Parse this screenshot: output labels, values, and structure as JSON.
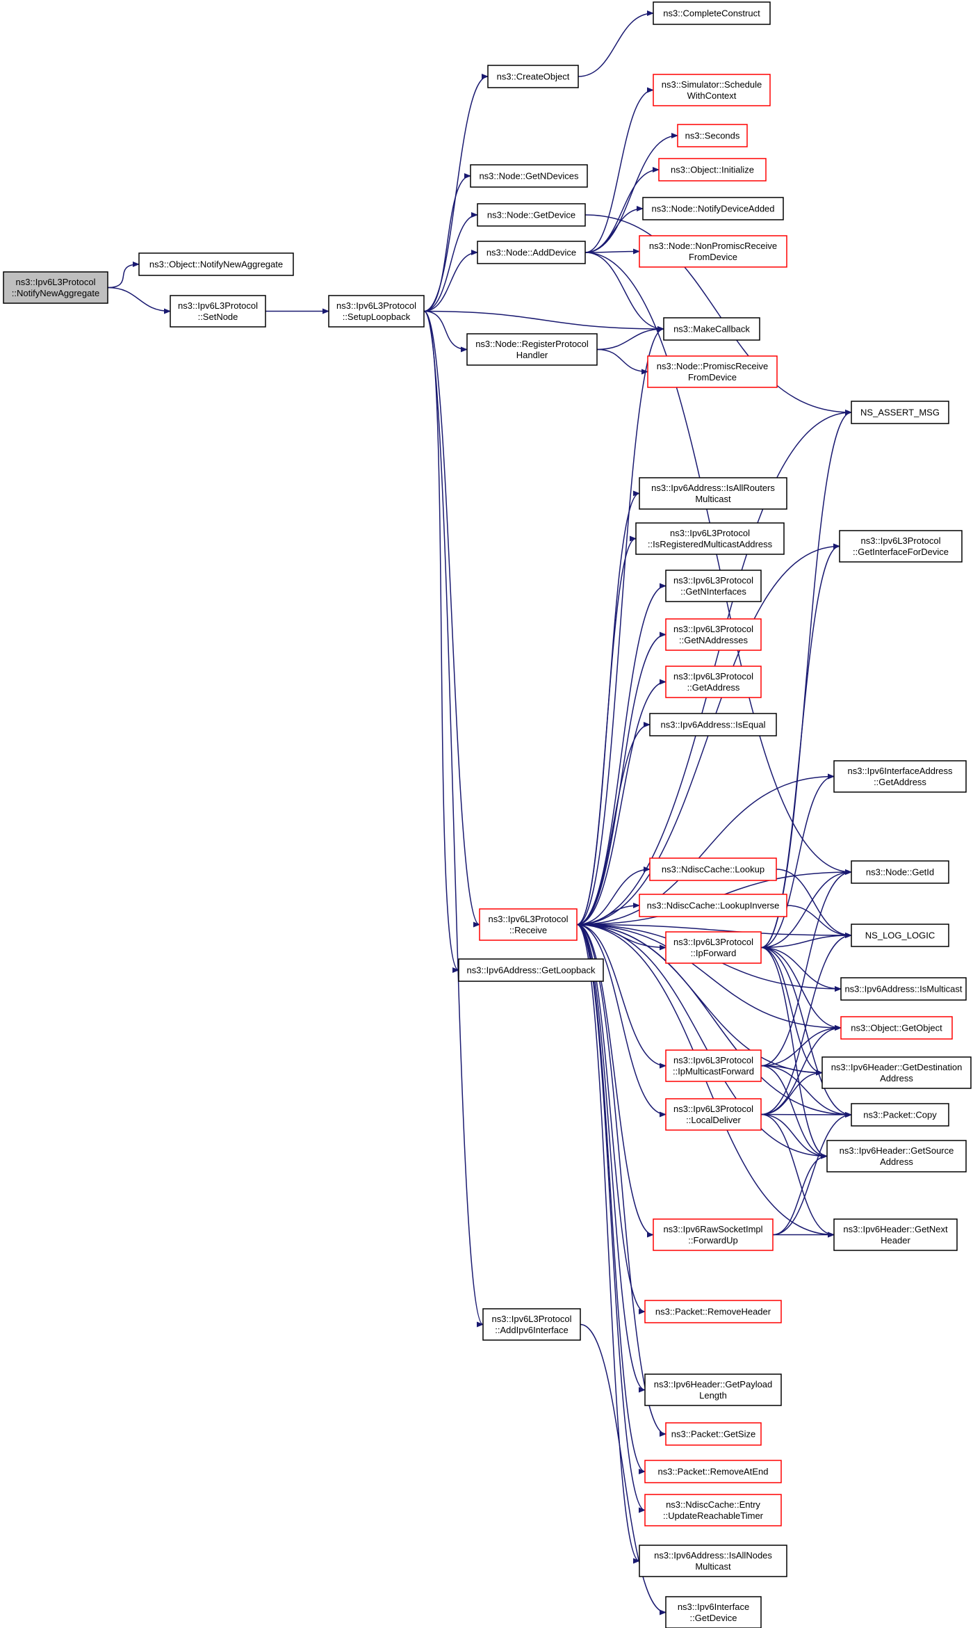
{
  "colors": {
    "edge": "#191970",
    "root_fill": "#bfbfbf",
    "border_black": "#000000",
    "border_red": "#ff0000"
  },
  "nodes": [
    {
      "id": "root",
      "lines": [
        "ns3::Ipv6L3Protocol",
        "::NotifyNewAggregate"
      ],
      "border": "root"
    },
    {
      "id": "notifyNewAggregate",
      "lines": [
        "ns3::Object::NotifyNewAggregate"
      ],
      "border": "black"
    },
    {
      "id": "setNode",
      "lines": [
        "ns3::Ipv6L3Protocol",
        "::SetNode"
      ],
      "border": "black"
    },
    {
      "id": "setupLoopback",
      "lines": [
        "ns3::Ipv6L3Protocol",
        "::SetupLoopback"
      ],
      "border": "black"
    },
    {
      "id": "createObject",
      "lines": [
        "ns3::CreateObject"
      ],
      "border": "black"
    },
    {
      "id": "completeConstruct",
      "lines": [
        "ns3::CompleteConstruct"
      ],
      "border": "black"
    },
    {
      "id": "getNDevices",
      "lines": [
        "ns3::Node::GetNDevices"
      ],
      "border": "black"
    },
    {
      "id": "getDevice",
      "lines": [
        "ns3::Node::GetDevice"
      ],
      "border": "black"
    },
    {
      "id": "addDevice",
      "lines": [
        "ns3::Node::AddDevice"
      ],
      "border": "black"
    },
    {
      "id": "scheduleWithContext",
      "lines": [
        "ns3::Simulator::Schedule",
        "WithContext"
      ],
      "border": "red"
    },
    {
      "id": "seconds",
      "lines": [
        "ns3::Seconds"
      ],
      "border": "red"
    },
    {
      "id": "initialize",
      "lines": [
        "ns3::Object::Initialize"
      ],
      "border": "red"
    },
    {
      "id": "notifyDeviceAdded",
      "lines": [
        "ns3::Node::NotifyDeviceAdded"
      ],
      "border": "black"
    },
    {
      "id": "nonPromisc",
      "lines": [
        "ns3::Node::NonPromiscReceive",
        "FromDevice"
      ],
      "border": "red"
    },
    {
      "id": "makeCallback",
      "lines": [
        "ns3::MakeCallback"
      ],
      "border": "black"
    },
    {
      "id": "registerProtocolHandler",
      "lines": [
        "ns3::Node::RegisterProtocol",
        "Handler"
      ],
      "border": "black"
    },
    {
      "id": "promisc",
      "lines": [
        "ns3::Node::PromiscReceive",
        "FromDevice"
      ],
      "border": "red"
    },
    {
      "id": "nsAssertMsg",
      "lines": [
        "NS_ASSERT_MSG"
      ],
      "border": "black"
    },
    {
      "id": "isAllRoutersMulticast",
      "lines": [
        "ns3::Ipv6Address::IsAllRouters",
        "Multicast"
      ],
      "border": "black"
    },
    {
      "id": "isRegisteredMulticast",
      "lines": [
        "ns3::Ipv6L3Protocol",
        "::IsRegisteredMulticastAddress"
      ],
      "border": "black"
    },
    {
      "id": "getInterfaceForDevice",
      "lines": [
        "ns3::Ipv6L3Protocol",
        "::GetInterfaceForDevice"
      ],
      "border": "black"
    },
    {
      "id": "getNInterfaces",
      "lines": [
        "ns3::Ipv6L3Protocol",
        "::GetNInterfaces"
      ],
      "border": "black"
    },
    {
      "id": "getNAddresses",
      "lines": [
        "ns3::Ipv6L3Protocol",
        "::GetNAddresses"
      ],
      "border": "red"
    },
    {
      "id": "getAddress",
      "lines": [
        "ns3::Ipv6L3Protocol",
        "::GetAddress"
      ],
      "border": "red"
    },
    {
      "id": "isEqual",
      "lines": [
        "ns3::Ipv6Address::IsEqual"
      ],
      "border": "black"
    },
    {
      "id": "ifaceAddrGetAddress",
      "lines": [
        "ns3::Ipv6InterfaceAddress",
        "::GetAddress"
      ],
      "border": "black"
    },
    {
      "id": "ndiscLookup",
      "lines": [
        "ns3::NdiscCache::Lookup"
      ],
      "border": "red"
    },
    {
      "id": "nodeGetId",
      "lines": [
        "ns3::Node::GetId"
      ],
      "border": "black"
    },
    {
      "id": "receive",
      "lines": [
        "ns3::Ipv6L3Protocol",
        "::Receive"
      ],
      "border": "red"
    },
    {
      "id": "ndiscLookupInverse",
      "lines": [
        "ns3::NdiscCache::LookupInverse"
      ],
      "border": "red"
    },
    {
      "id": "nsLogLogic",
      "lines": [
        "NS_LOG_LOGIC"
      ],
      "border": "black"
    },
    {
      "id": "ipForward",
      "lines": [
        "ns3::Ipv6L3Protocol",
        "::IpForward"
      ],
      "border": "red"
    },
    {
      "id": "getLoopback",
      "lines": [
        "ns3::Ipv6Address::GetLoopback"
      ],
      "border": "black"
    },
    {
      "id": "isMulticast",
      "lines": [
        "ns3::Ipv6Address::IsMulticast"
      ],
      "border": "black"
    },
    {
      "id": "getObject",
      "lines": [
        "ns3::Object::GetObject"
      ],
      "border": "red"
    },
    {
      "id": "ipMulticastForward",
      "lines": [
        "ns3::Ipv6L3Protocol",
        "::IpMulticastForward"
      ],
      "border": "red"
    },
    {
      "id": "getDestinationAddress",
      "lines": [
        "ns3::Ipv6Header::GetDestination",
        "Address"
      ],
      "border": "black"
    },
    {
      "id": "localDeliver",
      "lines": [
        "ns3::Ipv6L3Protocol",
        "::LocalDeliver"
      ],
      "border": "red"
    },
    {
      "id": "packetCopy",
      "lines": [
        "ns3::Packet::Copy"
      ],
      "border": "black"
    },
    {
      "id": "getSourceAddress",
      "lines": [
        "ns3::Ipv6Header::GetSource",
        "Address"
      ],
      "border": "black"
    },
    {
      "id": "forwardUp",
      "lines": [
        "ns3::Ipv6RawSocketImpl",
        "::ForwardUp"
      ],
      "border": "red"
    },
    {
      "id": "getNextHeader",
      "lines": [
        "ns3::Ipv6Header::GetNext",
        "Header"
      ],
      "border": "black"
    },
    {
      "id": "removeHeader",
      "lines": [
        "ns3::Packet::RemoveHeader"
      ],
      "border": "red"
    },
    {
      "id": "addIpv6Interface",
      "lines": [
        "ns3::Ipv6L3Protocol",
        "::AddIpv6Interface"
      ],
      "border": "black"
    },
    {
      "id": "getPayloadLength",
      "lines": [
        "ns3::Ipv6Header::GetPayload",
        "Length"
      ],
      "border": "black"
    },
    {
      "id": "getSize",
      "lines": [
        "ns3::Packet::GetSize"
      ],
      "border": "red"
    },
    {
      "id": "removeAtEnd",
      "lines": [
        "ns3::Packet::RemoveAtEnd"
      ],
      "border": "red"
    },
    {
      "id": "updateReachableTimer",
      "lines": [
        "ns3::NdiscCache::Entry",
        "::UpdateReachableTimer"
      ],
      "border": "red"
    },
    {
      "id": "isAllNodesMulticast",
      "lines": [
        "ns3::Ipv6Address::IsAllNodes",
        "Multicast"
      ],
      "border": "black"
    },
    {
      "id": "ifaceGetDevice",
      "lines": [
        "ns3::Ipv6Interface",
        "::GetDevice"
      ],
      "border": "black"
    }
  ],
  "edges": [
    [
      "root",
      "notifyNewAggregate"
    ],
    [
      "root",
      "setNode"
    ],
    [
      "setNode",
      "setupLoopback"
    ],
    [
      "setupLoopback",
      "createObject"
    ],
    [
      "setupLoopback",
      "getNDevices"
    ],
    [
      "setupLoopback",
      "getDevice"
    ],
    [
      "setupLoopback",
      "addDevice"
    ],
    [
      "setupLoopback",
      "makeCallback"
    ],
    [
      "setupLoopback",
      "registerProtocolHandler"
    ],
    [
      "setupLoopback",
      "receive"
    ],
    [
      "setupLoopback",
      "getLoopback"
    ],
    [
      "setupLoopback",
      "addIpv6Interface"
    ],
    [
      "createObject",
      "completeConstruct"
    ],
    [
      "getDevice",
      "nsAssertMsg"
    ],
    [
      "addDevice",
      "scheduleWithContext"
    ],
    [
      "addDevice",
      "seconds"
    ],
    [
      "addDevice",
      "initialize"
    ],
    [
      "addDevice",
      "notifyDeviceAdded"
    ],
    [
      "addDevice",
      "nonPromisc"
    ],
    [
      "addDevice",
      "makeCallback"
    ],
    [
      "addDevice",
      "nodeGetId"
    ],
    [
      "registerProtocolHandler",
      "makeCallback"
    ],
    [
      "registerProtocolHandler",
      "promisc"
    ],
    [
      "receive",
      "makeCallback"
    ],
    [
      "receive",
      "nsAssertMsg"
    ],
    [
      "receive",
      "isAllRoutersMulticast"
    ],
    [
      "receive",
      "isRegisteredMulticast"
    ],
    [
      "receive",
      "getInterfaceForDevice"
    ],
    [
      "receive",
      "getNInterfaces"
    ],
    [
      "receive",
      "getNAddresses"
    ],
    [
      "receive",
      "getAddress"
    ],
    [
      "receive",
      "isEqual"
    ],
    [
      "receive",
      "ifaceAddrGetAddress"
    ],
    [
      "receive",
      "nodeGetId"
    ],
    [
      "receive",
      "ndiscLookup"
    ],
    [
      "receive",
      "ndiscLookupInverse"
    ],
    [
      "receive",
      "nsLogLogic"
    ],
    [
      "receive",
      "ipForward"
    ],
    [
      "receive",
      "isMulticast"
    ],
    [
      "receive",
      "getObject"
    ],
    [
      "receive",
      "ipMulticastForward"
    ],
    [
      "receive",
      "getDestinationAddress"
    ],
    [
      "receive",
      "localDeliver"
    ],
    [
      "receive",
      "packetCopy"
    ],
    [
      "receive",
      "getSourceAddress"
    ],
    [
      "receive",
      "forwardUp"
    ],
    [
      "receive",
      "getNextHeader"
    ],
    [
      "receive",
      "removeHeader"
    ],
    [
      "receive",
      "getPayloadLength"
    ],
    [
      "receive",
      "getSize"
    ],
    [
      "receive",
      "removeAtEnd"
    ],
    [
      "receive",
      "updateReachableTimer"
    ],
    [
      "receive",
      "isAllNodesMulticast"
    ],
    [
      "ndiscLookup",
      "nsLogLogic"
    ],
    [
      "ndiscLookupInverse",
      "nsLogLogic"
    ],
    [
      "ipForward",
      "nsAssertMsg"
    ],
    [
      "ipForward",
      "getInterfaceForDevice"
    ],
    [
      "ipForward",
      "ifaceAddrGetAddress"
    ],
    [
      "ipForward",
      "nodeGetId"
    ],
    [
      "ipForward",
      "nsLogLogic"
    ],
    [
      "ipForward",
      "isMulticast"
    ],
    [
      "ipForward",
      "getObject"
    ],
    [
      "ipForward",
      "getDestinationAddress"
    ],
    [
      "ipForward",
      "packetCopy"
    ],
    [
      "ipForward",
      "getSourceAddress"
    ],
    [
      "ipMulticastForward",
      "nodeGetId"
    ],
    [
      "ipMulticastForward",
      "getObject"
    ],
    [
      "ipMulticastForward",
      "getDestinationAddress"
    ],
    [
      "ipMulticastForward",
      "packetCopy"
    ],
    [
      "ipMulticastForward",
      "getSourceAddress"
    ],
    [
      "localDeliver",
      "nsLogLogic"
    ],
    [
      "localDeliver",
      "getObject"
    ],
    [
      "localDeliver",
      "getDestinationAddress"
    ],
    [
      "localDeliver",
      "packetCopy"
    ],
    [
      "localDeliver",
      "getSourceAddress"
    ],
    [
      "localDeliver",
      "getNextHeader"
    ],
    [
      "forwardUp",
      "packetCopy"
    ],
    [
      "forwardUp",
      "getSourceAddress"
    ],
    [
      "forwardUp",
      "getNextHeader"
    ],
    [
      "addIpv6Interface",
      "ifaceGetDevice"
    ]
  ]
}
